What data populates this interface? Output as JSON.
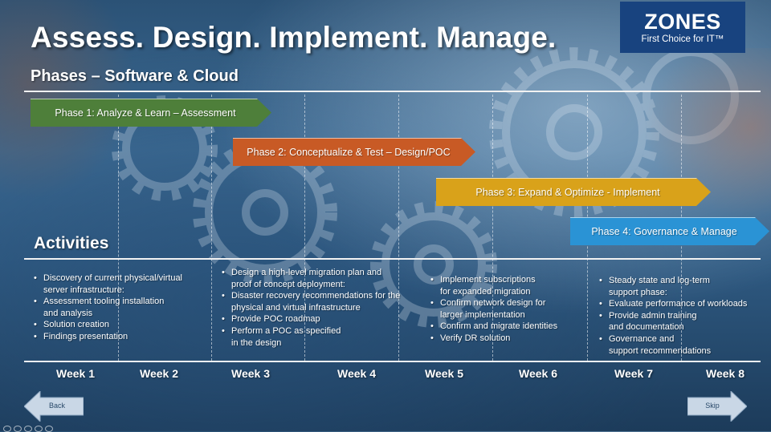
{
  "header": {
    "title": "Assess. Design. Implement. Manage.",
    "subtitle": "Phases – Software & Cloud"
  },
  "logo": {
    "name": "ZONES",
    "tagline": "First Choice for IT™",
    "color": "#18437f"
  },
  "phases": [
    {
      "label": "Phase 1:  Analyze & Learn – Assessment",
      "color": "#4e7f3a"
    },
    {
      "label": "Phase 2:  Conceptualize & Test – Design/POC",
      "color": "#c85a25"
    },
    {
      "label": "Phase 3:  Expand & Optimize - Implement",
      "color": "#d9a21a"
    },
    {
      "label": "Phase 4: Governance & Manage",
      "color": "#2a93d5"
    }
  ],
  "activities": {
    "title": "Activities",
    "columns": [
      {
        "items": [
          "Discovery of current physical/virtual\nserver infrastructure:",
          "Assessment tooling installation\nand analysis",
          "Solution creation",
          "Findings presentation"
        ]
      },
      {
        "items": [
          "Design a high-level migration plan and\nproof of concept deployment:",
          "Disaster recovery recommendations for the\nphysical and virtual infrastructure",
          "Provide POC roadmap",
          "Perform a POC as specified\nin the design"
        ]
      },
      {
        "items": [
          "Implement subscriptions\nfor expanded migration",
          "Confirm network design for\nlarger implementation",
          "Confirm and migrate identities",
          "Verify DR solution"
        ]
      },
      {
        "items": [
          "Steady state and log-term\nsupport phase:",
          "Evaluate performance of workloads",
          "Provide admin training\nand documentation",
          "Governance and\nsupport recommendations"
        ]
      }
    ]
  },
  "weeks": [
    "Week 1",
    "Week 2",
    "Week 3",
    "Week 4",
    "Week 5",
    "Week 6",
    "Week 7",
    "Week 8"
  ],
  "nav": {
    "back": "Back",
    "skip": "Skip"
  }
}
